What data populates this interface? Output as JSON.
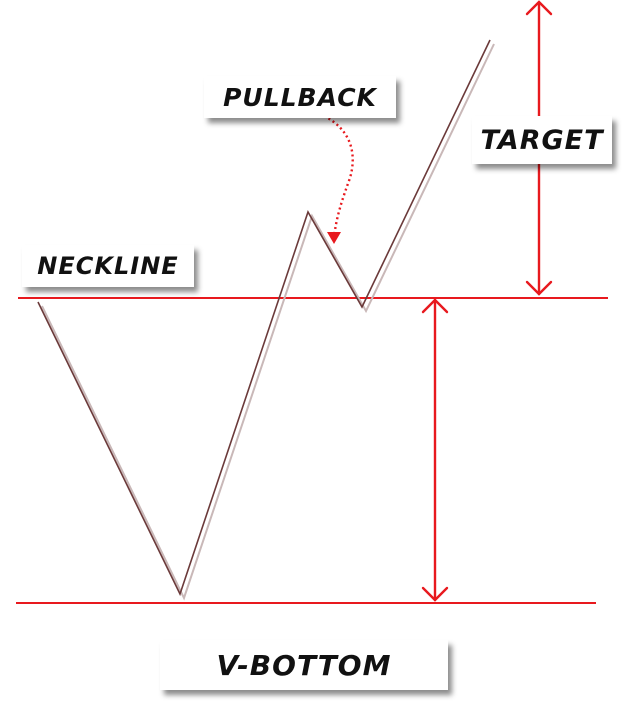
{
  "labels": {
    "pullback": "PULLBACK",
    "target": "TARGET",
    "neckline": "NECKLINE",
    "v_bottom": "V-BOTTOM"
  },
  "colors": {
    "price_line": "#6b3a3a",
    "reference_line": "#e8191e",
    "arrow": "#e8191e"
  }
}
